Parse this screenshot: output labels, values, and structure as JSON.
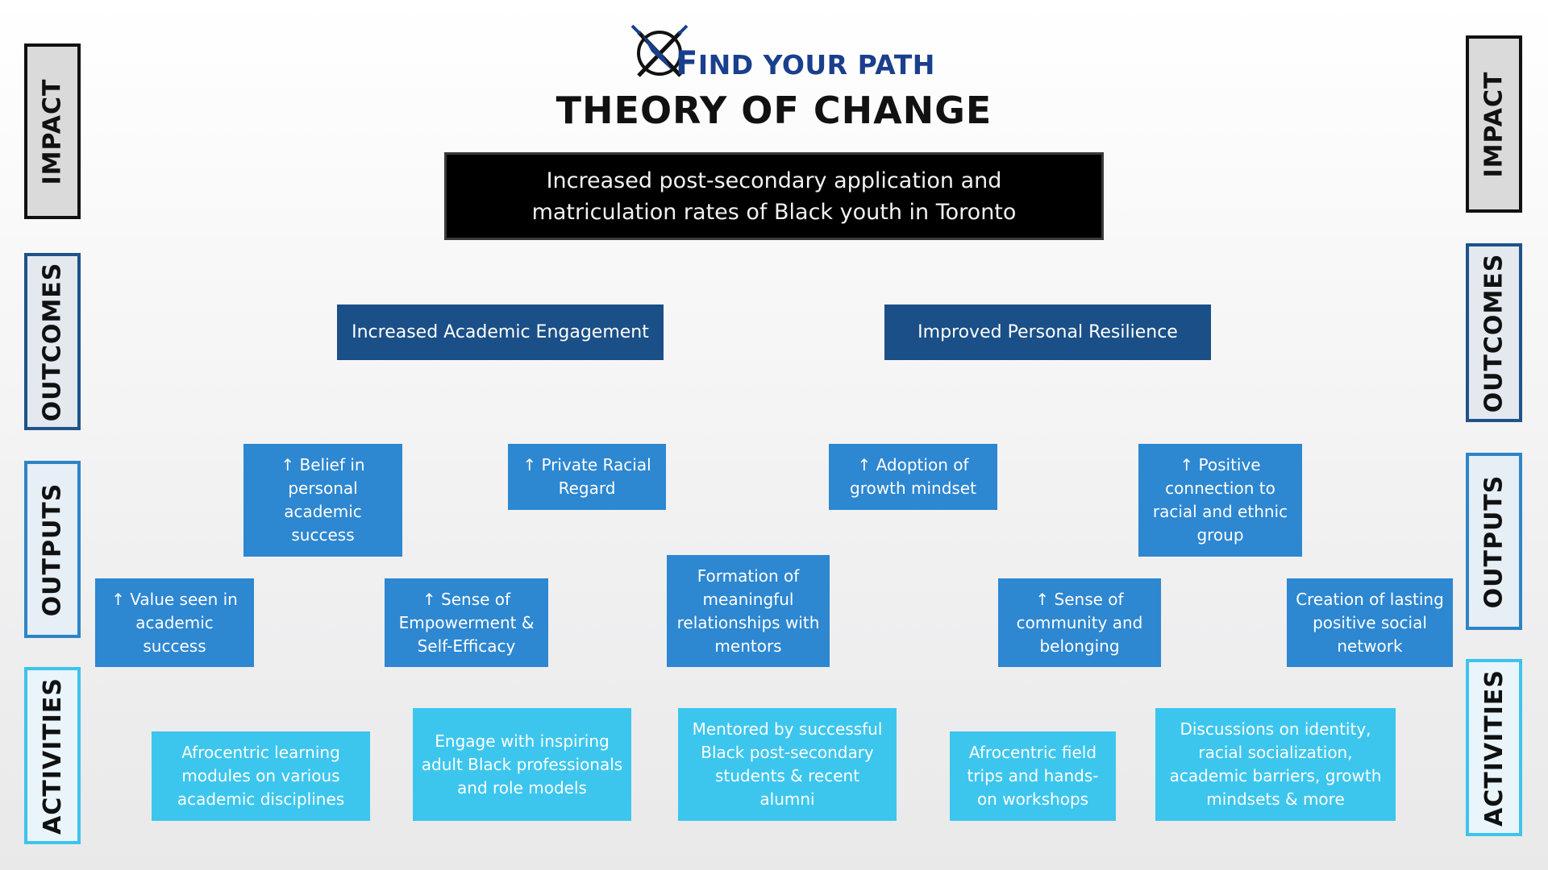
{
  "header": {
    "brand_first": "F",
    "brand_rest": "IND YOUR PATH",
    "title": "THEORY OF CHANGE",
    "logo_icon": "compass-x-icon",
    "brand_color": "#1a3f8c"
  },
  "levels": {
    "impact": "IMPACT",
    "outcomes": "OUTCOMES",
    "outputs": "OUTPUTS",
    "activities": "ACTIVITIES"
  },
  "impact": {
    "line1": "Increased post-secondary application and",
    "line2": "matriculation rates of Black youth in Toronto"
  },
  "outcomes": [
    "Increased Academic Engagement",
    "Improved Personal Resilience"
  ],
  "outputs": [
    "↑ Belief in personal academic success",
    "↑ Private Racial Regard",
    "↑ Adoption of growth mindset",
    "↑ Positive connection to racial and ethnic group",
    "↑ Value seen in academic success",
    "↑ Sense of Empowerment & Self-Efficacy",
    "Formation of meaningful relationships with mentors",
    "↑ Sense of community and belonging",
    "Creation of lasting positive social network"
  ],
  "activities": [
    "Afrocentric learning modules on various academic disciplines",
    "Engage with inspiring adult Black professionals and role models",
    "Mentored by successful Black post-secondary students & recent alumni",
    "Afrocentric field trips and hands-on workshops",
    "Discussions on  identity, racial socialization, academic barriers, growth mindsets & more"
  ],
  "colors": {
    "impact": "#000000",
    "outcomes": "#1a4f87",
    "outputs": "#2d87d1",
    "activities": "#3cc6ee"
  }
}
